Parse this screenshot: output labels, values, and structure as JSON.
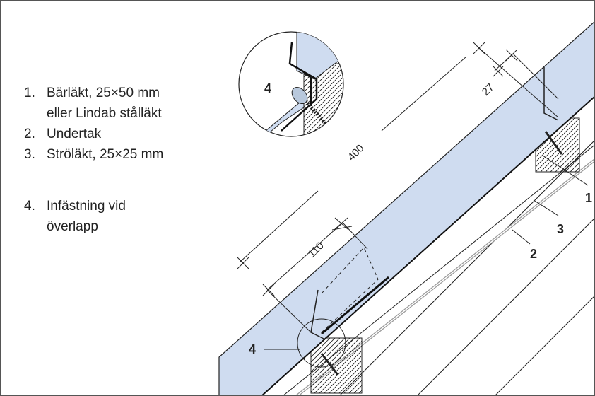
{
  "legend": {
    "items": [
      {
        "num": "1.",
        "lines": [
          "Bärläkt, 25×50 mm",
          "eller Lindab stålläkt"
        ]
      },
      {
        "num": "2.",
        "lines": [
          "Undertak"
        ]
      },
      {
        "num": "3.",
        "lines": [
          "Ströläkt, 25×25 mm"
        ]
      },
      {
        "num": "4.",
        "lines": [
          "Infästning vid",
          "överlapp"
        ]
      }
    ]
  },
  "dimensions": {
    "d400": "400",
    "d110": "110",
    "d27": "27"
  },
  "callouts": {
    "c1": "1",
    "c2": "2",
    "c3": "3",
    "c4": "4",
    "c4_detail": "4"
  },
  "colors": {
    "roof_panel": "#cfdcf0",
    "line": "#222222",
    "underlay": "#999999"
  }
}
